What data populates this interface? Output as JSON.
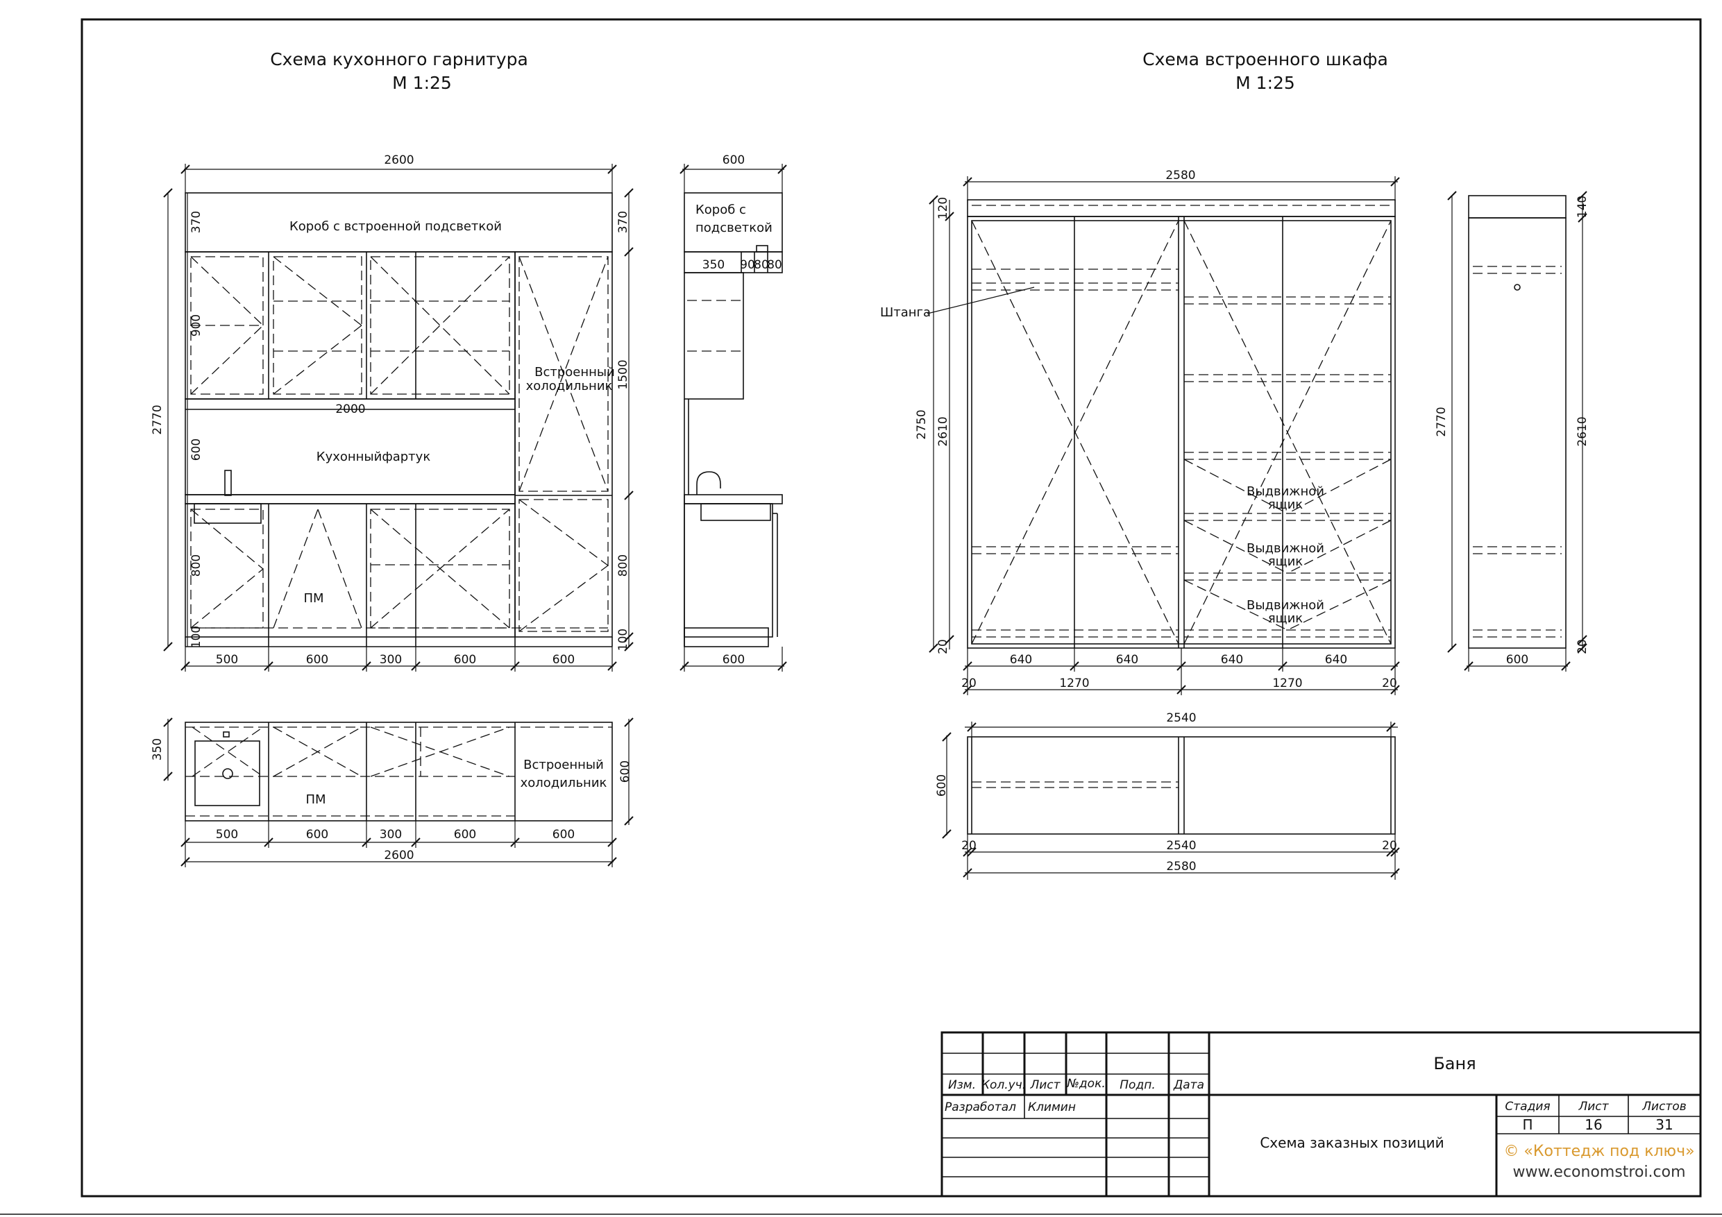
{
  "kitchen": {
    "title": "Схема кухонного гарнитура",
    "scale": "М 1:25",
    "box_label": "Короб с встроенной подсветкой",
    "apron_label": "Кухонныйфартук",
    "fridge_label_1": "Встроенный",
    "fridge_label_2": "холодильник",
    "pm_label": "ПМ",
    "dims": {
      "total_width": "2600",
      "box_height": "370",
      "upper_height": "900",
      "fridge_upper": "1500",
      "total_height": "2770",
      "apron_height": "600",
      "apron_width": "2000",
      "lower_height": "800",
      "plinth": "100",
      "w500": "500",
      "w600": "600",
      "w300": "300",
      "plan_depth_sink": "350",
      "plan_depth": "600"
    }
  },
  "kitchen_side": {
    "box_label_1": "Короб с",
    "box_label_2": "подсветкой",
    "width": "600",
    "d350": "350",
    "d90": "90",
    "d80a": "80",
    "d80b": "80"
  },
  "wardrobe": {
    "title": "Схема встроенного шкафа",
    "scale": "М 1:25",
    "rod_label": "Штанга",
    "drawer_1": "Выдвижной",
    "drawer_2": "ящик",
    "dims": {
      "total_width": "2580",
      "top": "120",
      "total_height": "2750",
      "inner_height": "2610",
      "base": "20",
      "d640": "640",
      "d1270": "1270",
      "plan_inner": "2540",
      "plan_depth": "600"
    }
  },
  "wardrobe_side": {
    "height": "2770",
    "inner": "2610",
    "top": "140",
    "base": "20",
    "width": "600"
  },
  "titleblock": {
    "col_izm": "Изм.",
    "col_kol": "Кол.уч.",
    "col_list": "Лист",
    "col_doc": "№док.",
    "col_podp": "Подп.",
    "col_data": "Дата",
    "razrab_label": "Разработал",
    "razrab_name": "Климин",
    "project": "Баня",
    "sheet_title": "Схема заказных позиций",
    "stage_label": "Стадия",
    "list_label": "Лист",
    "lists_label": "Листов",
    "stage": "П",
    "list_num": "16",
    "lists_total": "31",
    "brand": "© «Коттедж под ключ»",
    "url": "www.economstroi.com"
  }
}
